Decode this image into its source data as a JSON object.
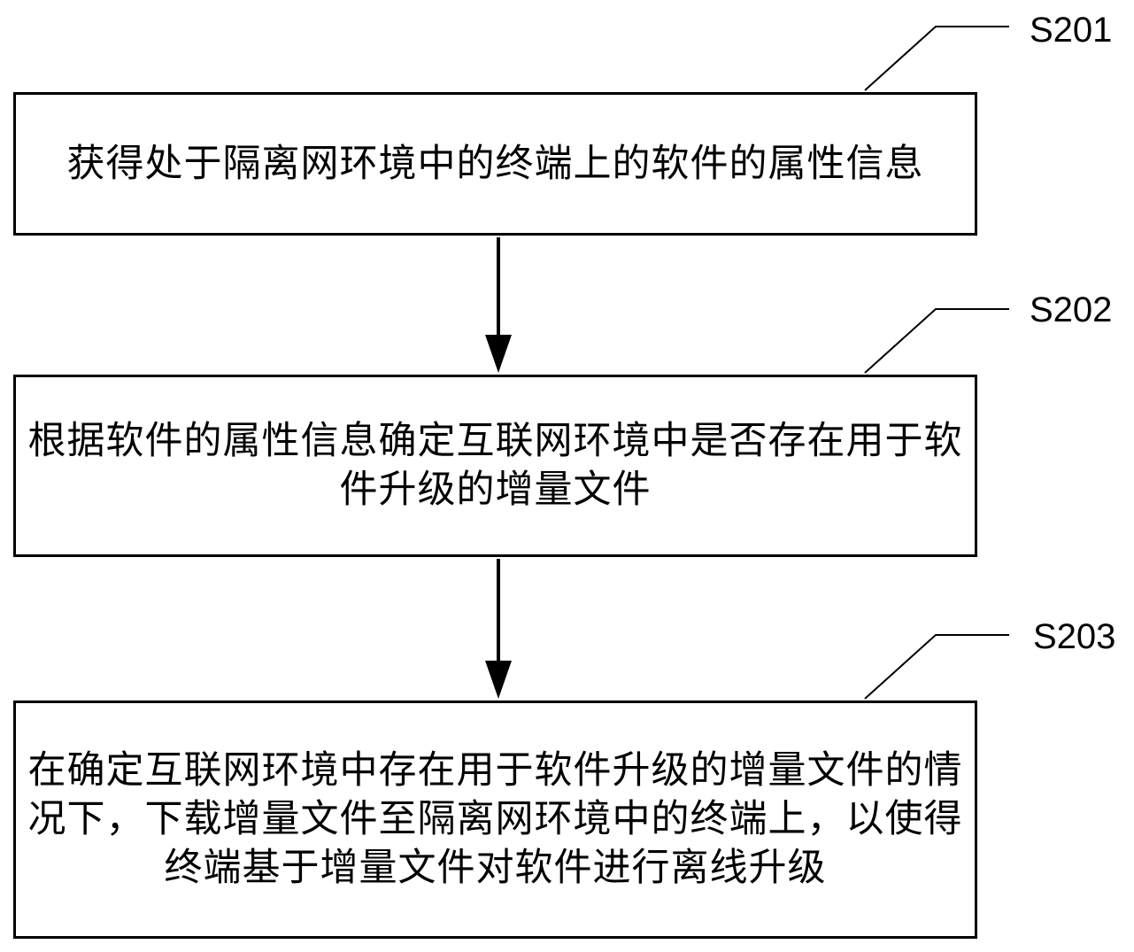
{
  "steps": [
    {
      "id": "S201",
      "text": "获得处于隔离网环境中的终端上的软件的属性信息"
    },
    {
      "id": "S202",
      "text": "根据软件的属性信息确定互联网环境中是否存在用于软件升级的增量文件"
    },
    {
      "id": "S203",
      "text": "在确定互联网环境中存在用于软件升级的增量文件的情况下，下载增量文件至隔离网环境中的终端上，以使得终端基于增量文件对软件进行离线升级"
    }
  ],
  "colors": {
    "stroke": "#000000",
    "background": "#ffffff"
  }
}
